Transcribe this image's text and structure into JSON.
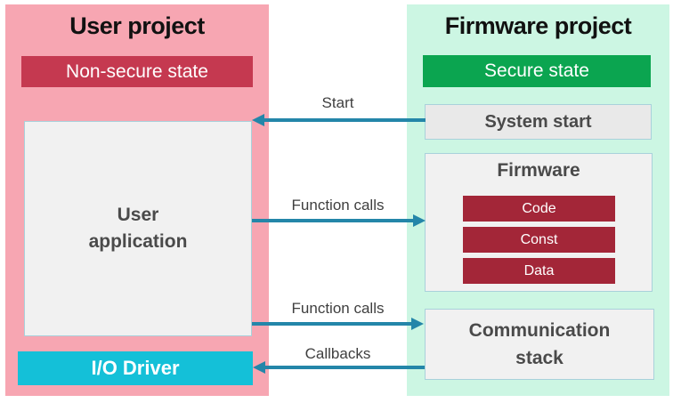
{
  "colors": {
    "user_panel_bg": "#F7A6B2",
    "nonsecure_banner_bg": "#C53950",
    "firmware_panel_bg": "#CCF6E3",
    "secure_banner_bg": "#0BA550",
    "io_driver_bg": "#14C0D8",
    "firmware_section_bg": "#A32638",
    "arrow": "#2486A9",
    "box_fill": "#F1F1F1",
    "box_border": "#A9D1DB"
  },
  "user_project": {
    "title": "User project",
    "state_banner": "Non-secure state",
    "application": "User application",
    "io_driver": "I/O Driver"
  },
  "firmware_project": {
    "title": "Firmware project",
    "state_banner": "Secure state",
    "system_start": "System start",
    "firmware_box": {
      "title": "Firmware",
      "sections": [
        "Code",
        "Const",
        "Data"
      ]
    },
    "comm_stack": "Communication stack"
  },
  "arrows": [
    {
      "label": "Start",
      "direction": "left",
      "from": "System start",
      "to": "User application"
    },
    {
      "label": "Function calls",
      "direction": "right",
      "from": "User application",
      "to": "Firmware"
    },
    {
      "label": "Function calls",
      "direction": "right",
      "from": "User application",
      "to": "Communication stack"
    },
    {
      "label": "Callbacks",
      "direction": "left",
      "from": "Communication stack",
      "to": "I/O Driver"
    }
  ]
}
